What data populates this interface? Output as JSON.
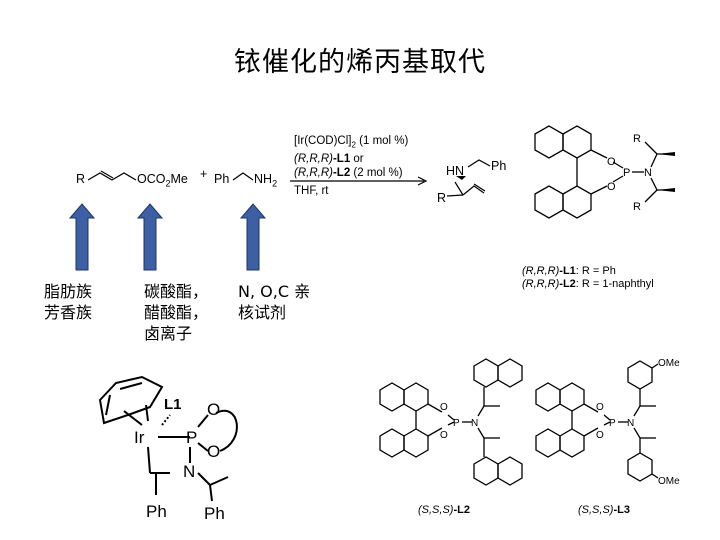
{
  "title": "铱催化的烯丙基取代",
  "reaction": {
    "substrate_R": "R",
    "substrate_leaving": "OCO",
    "substrate_leaving_sub": "2",
    "substrate_leaving_me": "Me",
    "plus": "+",
    "amine_Ph": "Ph",
    "amine_NH": "NH",
    "amine_sub": "2",
    "cond1a": "[Ir(COD)Cl]",
    "cond1_sub": "2",
    "cond1b": " (1 mol %)",
    "cond2_cfg": "(R,R,R)",
    "cond2_lig": "-L1",
    "cond2_or": "  or",
    "cond3_cfg": "(R,R,R)",
    "cond3_lig": "-L2",
    "cond3_rest": " (2 mol %)",
    "cond4": "THF, rt",
    "prod_HN": "HN",
    "prod_Ph": "Ph",
    "prod_R": "R"
  },
  "annotations": [
    {
      "line1": "脂肪族",
      "line2": "芳香族",
      "line3": ""
    },
    {
      "line1": "碳酸酯，",
      "line2": "醋酸酯，",
      "line3": "卤离子"
    },
    {
      "line1": "N, O,C 亲",
      "line2": "核试剂",
      "line3": ""
    }
  ],
  "ligand_top": {
    "atoms": {
      "O1": "O",
      "O2": "O",
      "P": "P",
      "N": "N",
      "R1": "R",
      "R2": "R"
    },
    "caption1_cfg": "(R,R,R)",
    "caption1_lig": "-L1",
    "caption1_rest": ": R = Ph",
    "caption2_cfg": "(R,R,R)",
    "caption2_lig": "-L2",
    "caption2_rest": ": R = 1-naphthyl"
  },
  "complex": {
    "Ir": "Ir",
    "L1": "L1",
    "P": "P",
    "O1": "O",
    "O2": "O",
    "N": "N",
    "Ph1": "Ph",
    "Ph2": "Ph"
  },
  "ligand_L2": {
    "O1": "O",
    "O2": "O",
    "P": "P",
    "N": "N",
    "caption_cfg": "(S,S,S)",
    "caption_lig": "-L2"
  },
  "ligand_L3": {
    "O1": "O",
    "O2": "O",
    "P": "P",
    "N": "N",
    "OMe1": "OMe",
    "OMe2": "OMe",
    "caption_cfg": "(S,S,S)",
    "caption_lig": "-L3"
  },
  "colors": {
    "arrow": "#3d5fa3",
    "arrow_stroke": "#1f3564"
  }
}
